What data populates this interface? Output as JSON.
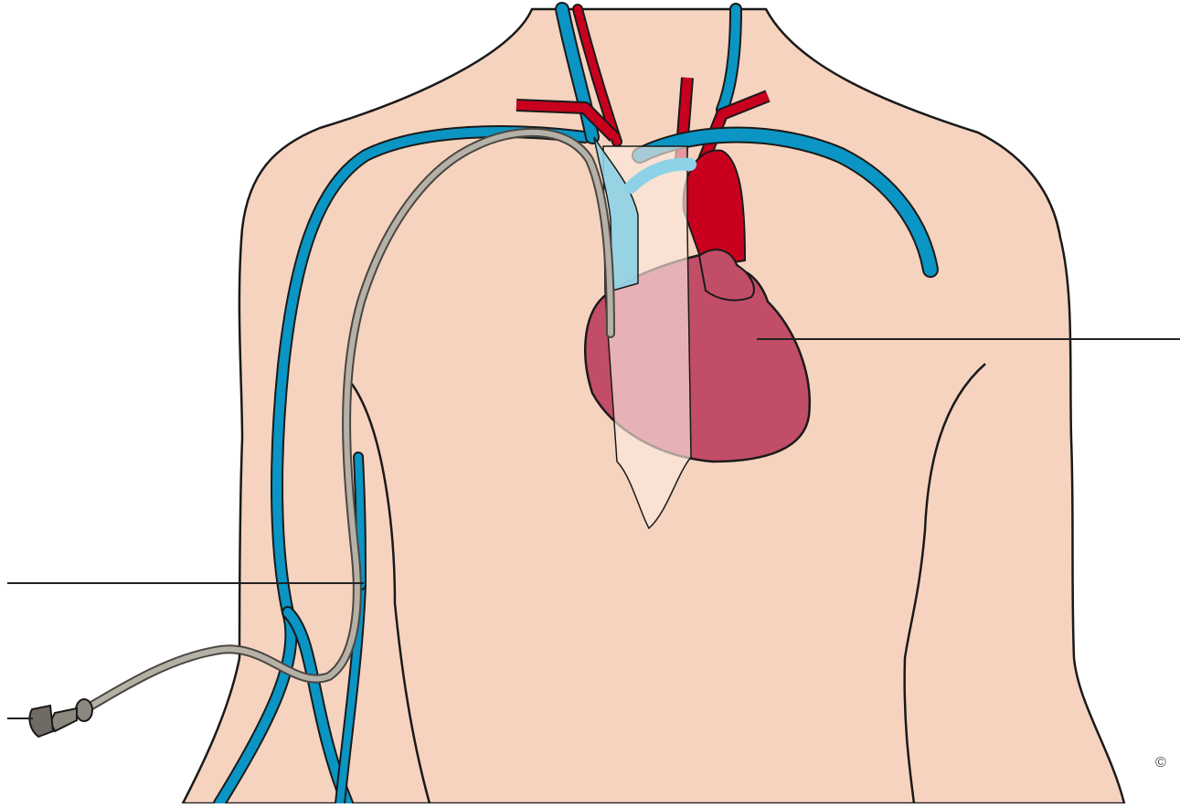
{
  "figure": {
    "copyright_text": "©"
  },
  "colors": {
    "skin": "#f6d3bf",
    "outline": "#1a1a1a",
    "vein": "#0a95c4",
    "artery": "#c8001e",
    "heart": "#c24d67",
    "catheter": "#b6b1a7",
    "catheter_outline": "#4a4641",
    "pointer_line": "#222222",
    "trachea": "#fbe8df"
  },
  "elements": {
    "heart": "heart",
    "catheter": "picc-catheter",
    "connector": "catheter-hub",
    "pointer_lines": [
      "heart-pointer-line",
      "insertion-site-pointer-line",
      "hub-pointer-line"
    ]
  }
}
